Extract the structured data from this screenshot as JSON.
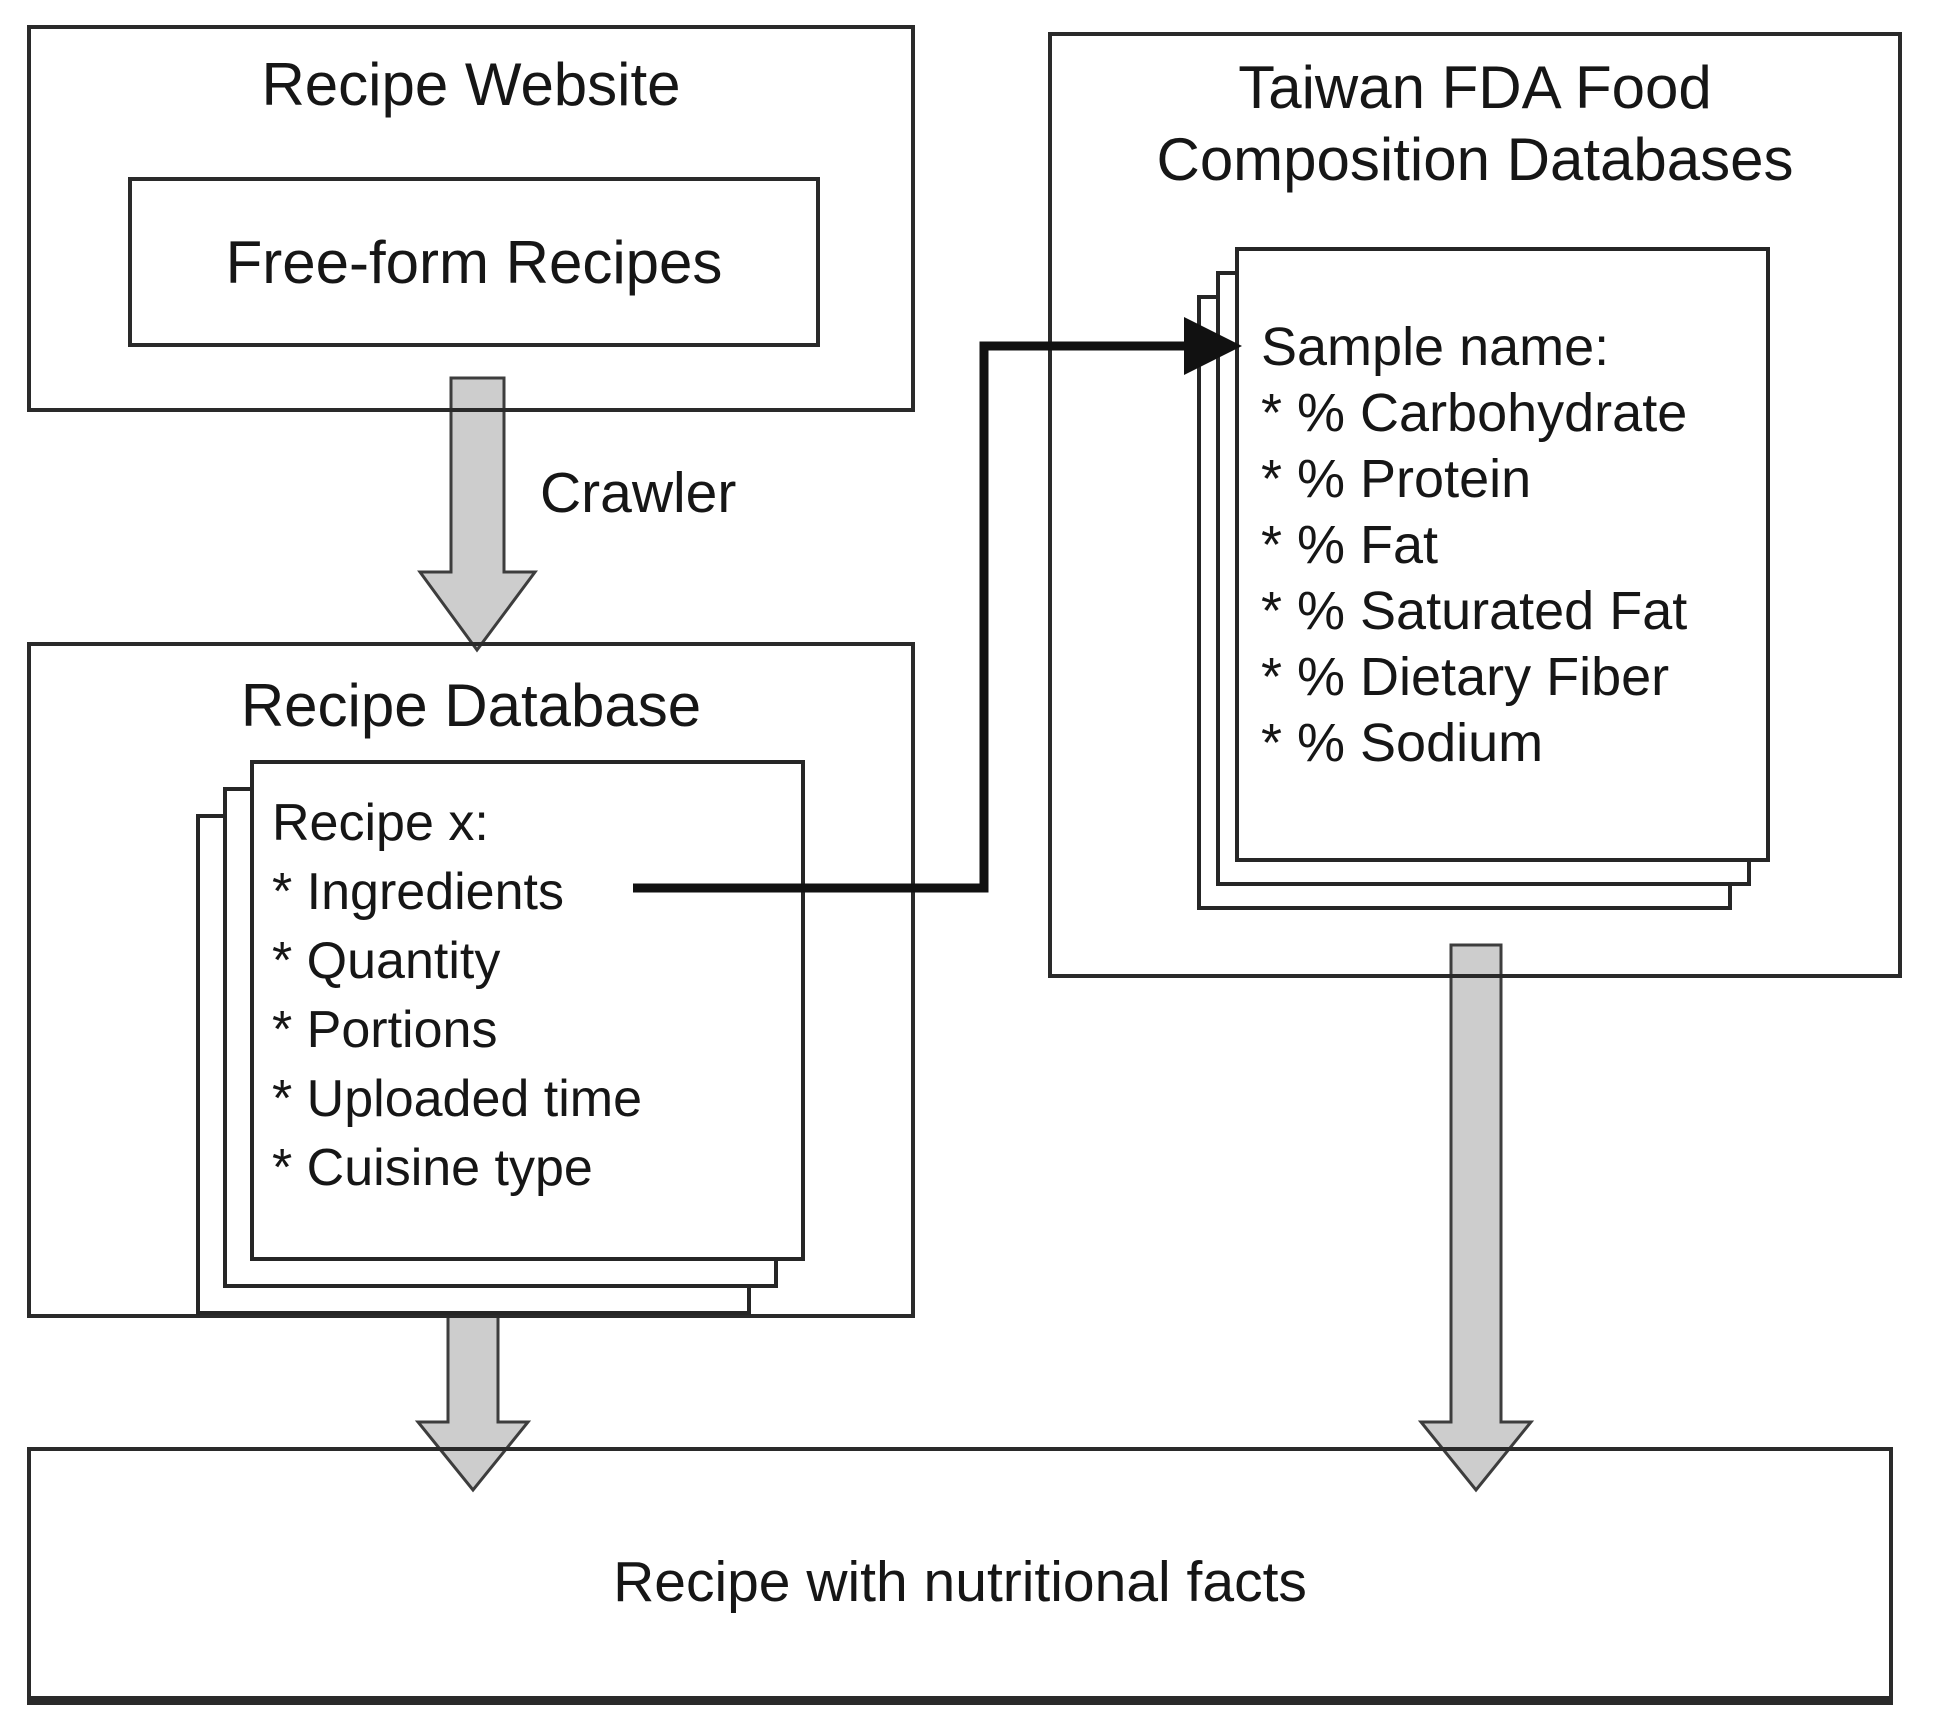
{
  "diagram": {
    "colors": {
      "line": "#1a1a1a",
      "arrow_fill": "#cdcdcd",
      "arrow_outline": "#3d3d3d",
      "background": "#ffffff"
    },
    "recipe_website": {
      "title": "Recipe Website",
      "free_form_label": "Free-form Recipes"
    },
    "crawler_label": "Crawler",
    "recipe_database": {
      "title": "Recipe Database",
      "card_header": "Recipe x:",
      "card_items": [
        "* Ingredients",
        "* Quantity",
        "* Portions",
        "* Uploaded time",
        "* Cuisine type"
      ]
    },
    "taiwan_fda": {
      "title": "Taiwan FDA Food Composition Databases",
      "card_header": "Sample name:",
      "card_items": [
        "* % Carbohydrate",
        "* % Protein",
        "* % Fat",
        "* % Saturated Fat",
        "* % Dietary Fiber",
        "* % Sodium"
      ]
    },
    "output": {
      "title": "Recipe with nutritional facts"
    }
  }
}
